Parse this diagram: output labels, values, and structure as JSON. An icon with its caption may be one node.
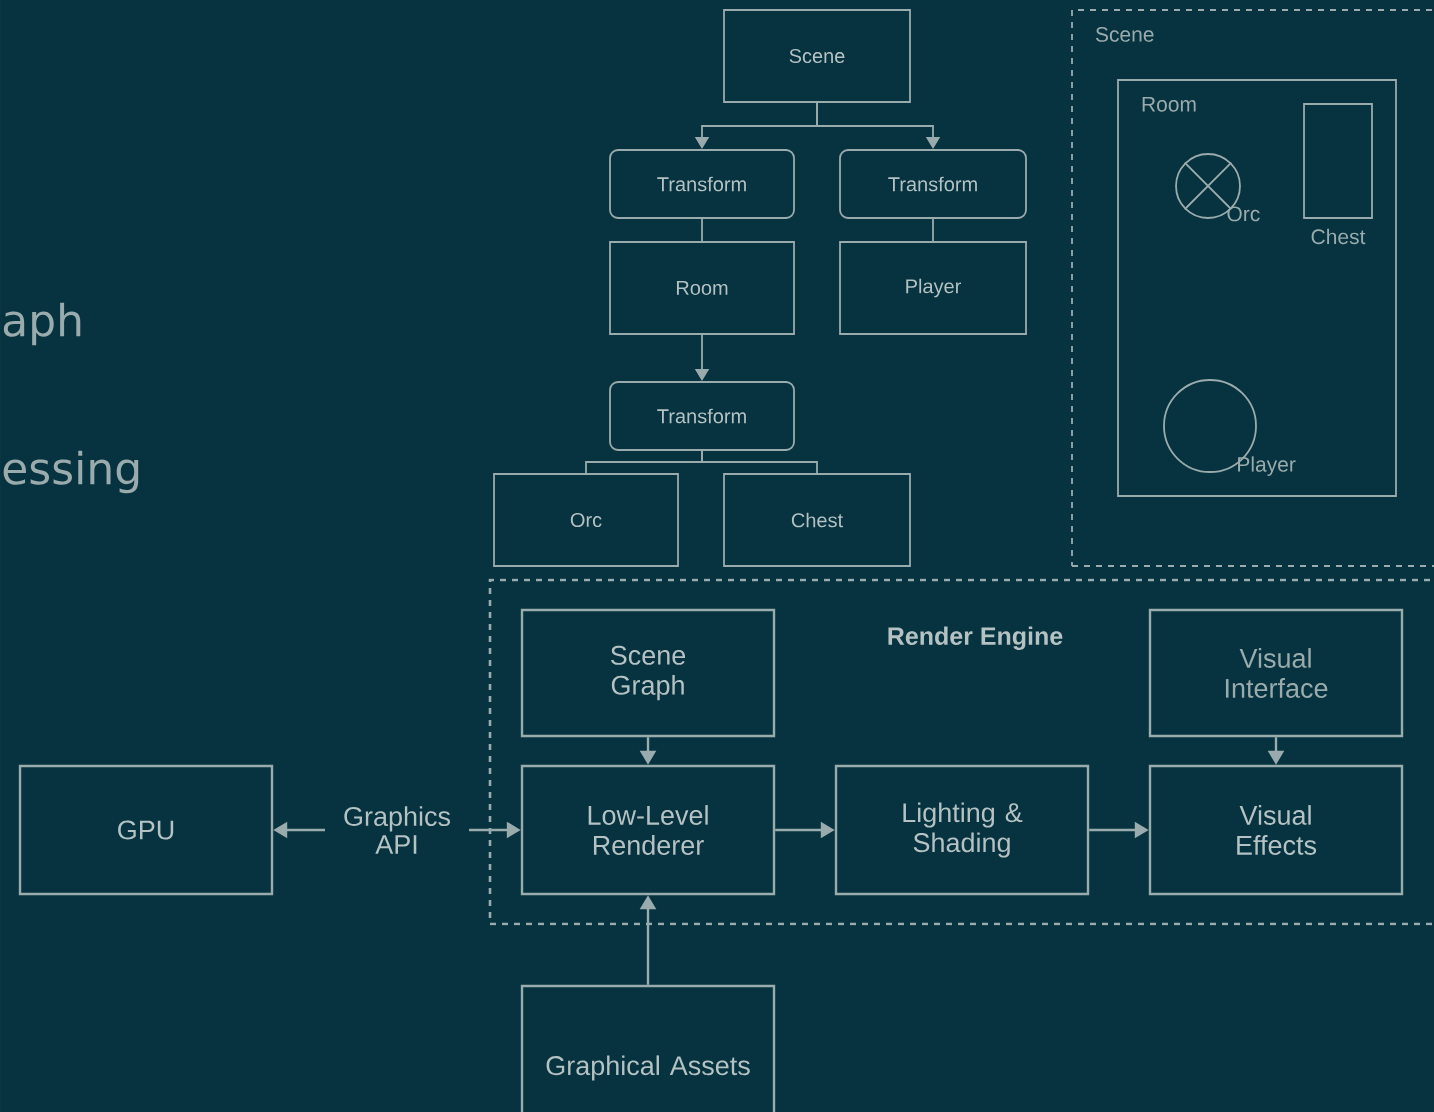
{
  "diagram": {
    "nodes": [
      {
        "text": [
          "Scene"
        ]
      },
      {
        "text": [
          "Transform"
        ]
      },
      {
        "text": [
          "Transform"
        ]
      },
      {
        "text": [
          "Room"
        ]
      },
      {
        "text": [
          "Player"
        ]
      },
      {
        "text": [
          "Transform"
        ]
      },
      {
        "text": [
          "Orc"
        ]
      },
      {
        "text": [
          "Chest"
        ]
      },
      {
        "text": [
          "Scene"
        ]
      },
      {
        "text": [
          "Room"
        ],
        "in": 8
      },
      {
        "text": [
          "Orc"
        ],
        "in": 9
      },
      {
        "text": [
          "Chest"
        ],
        "in": 9
      },
      {
        "text": [
          "Player"
        ],
        "in": 9
      },
      {
        "text": [
          "GPU"
        ]
      },
      {
        "text": [
          "Render Engine"
        ]
      },
      {
        "text": [
          "Scene Graph"
        ],
        "in": 14
      },
      {
        "text": [
          "Visual Interface"
        ],
        "in": 14
      },
      {
        "text": [
          "Low-Level Renderer"
        ],
        "in": 14
      },
      {
        "text": [
          "Lighting & Shading"
        ],
        "in": 14
      },
      {
        "text": [
          "Visual Effects"
        ],
        "in": 14
      },
      {
        "text": [
          "Graphical Assets"
        ]
      }
    ],
    "edges": [
      {
        "from": 0,
        "to": 1,
        "arrow": "to"
      },
      {
        "from": 0,
        "to": 2,
        "arrow": "to"
      },
      {
        "from": 1,
        "to": 3,
        "arrow": "none"
      },
      {
        "from": 2,
        "to": 4,
        "arrow": "none"
      },
      {
        "from": 3,
        "to": 5,
        "arrow": "to"
      },
      {
        "from": 5,
        "to": 6,
        "arrow": "none"
      },
      {
        "from": 5,
        "to": 7,
        "arrow": "none"
      },
      {
        "from": 13,
        "to": 17,
        "arrow": "both",
        "label": "Graphics API"
      },
      {
        "from": 15,
        "to": 17,
        "arrow": "to"
      },
      {
        "from": 16,
        "to": 19,
        "arrow": "to"
      },
      {
        "from": 17,
        "to": 18,
        "arrow": "to"
      },
      {
        "from": 18,
        "to": 19,
        "arrow": "to"
      },
      {
        "from": 20,
        "to": 17,
        "arrow": "to"
      }
    ],
    "labels": [
      "aph",
      "essing"
    ]
  }
}
